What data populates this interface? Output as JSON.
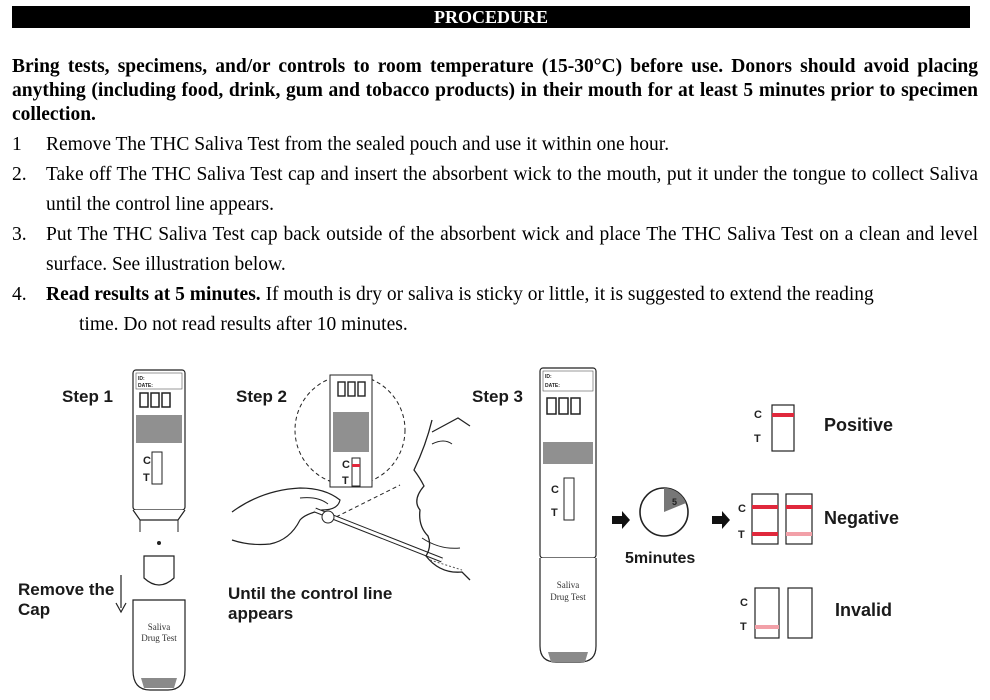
{
  "header": {
    "title": "PROCEDURE"
  },
  "intro": "Bring tests, specimens, and/or controls to room temperature (15-30°C) before use. Donors should avoid placing anything (including food, drink, gum and tobacco products) in their mouth for at least 5 minutes prior to specimen collection.",
  "steps": [
    {
      "num": "1",
      "text": "Remove The THC Saliva Test from the sealed pouch and use it within one hour."
    },
    {
      "num": "2.",
      "text": "Take off The THC Saliva Test cap and insert the absorbent wick to the mouth, put it under the tongue to collect Saliva until the control line appears."
    },
    {
      "num": "3.",
      "text": "Put The THC Saliva Test cap back outside of the absorbent wick and place The THC Saliva Test on a clean and level surface. See illustration below."
    },
    {
      "num": "4.",
      "bold": "Read results at 5 minutes.",
      "text": " If mouth is dry or saliva is sticky or little, it is suggested to extend the reading",
      "cont": "time. Do not read results after 10 minutes."
    }
  ],
  "illustration": {
    "step1_label": "Step 1",
    "step2_label": "Step 2",
    "step3_label": "Step 3",
    "remove_cap": "Remove the\nCap",
    "until_control": "Until the control line\nappears",
    "timer": "5minutes",
    "timer_digit": "5",
    "device_id": "ID:",
    "device_date": "DATE:",
    "cap_line1": "Saliva",
    "cap_line2": "Drug Test",
    "c_letter": "C",
    "t_letter": "T",
    "results": {
      "positive": "Positive",
      "negative": "Negative",
      "invalid": "Invalid"
    }
  },
  "colors": {
    "control_line": "#e0283c",
    "faint_line": "#f2a0a8",
    "header_bg": "#000000",
    "gray_band": "#909090"
  }
}
